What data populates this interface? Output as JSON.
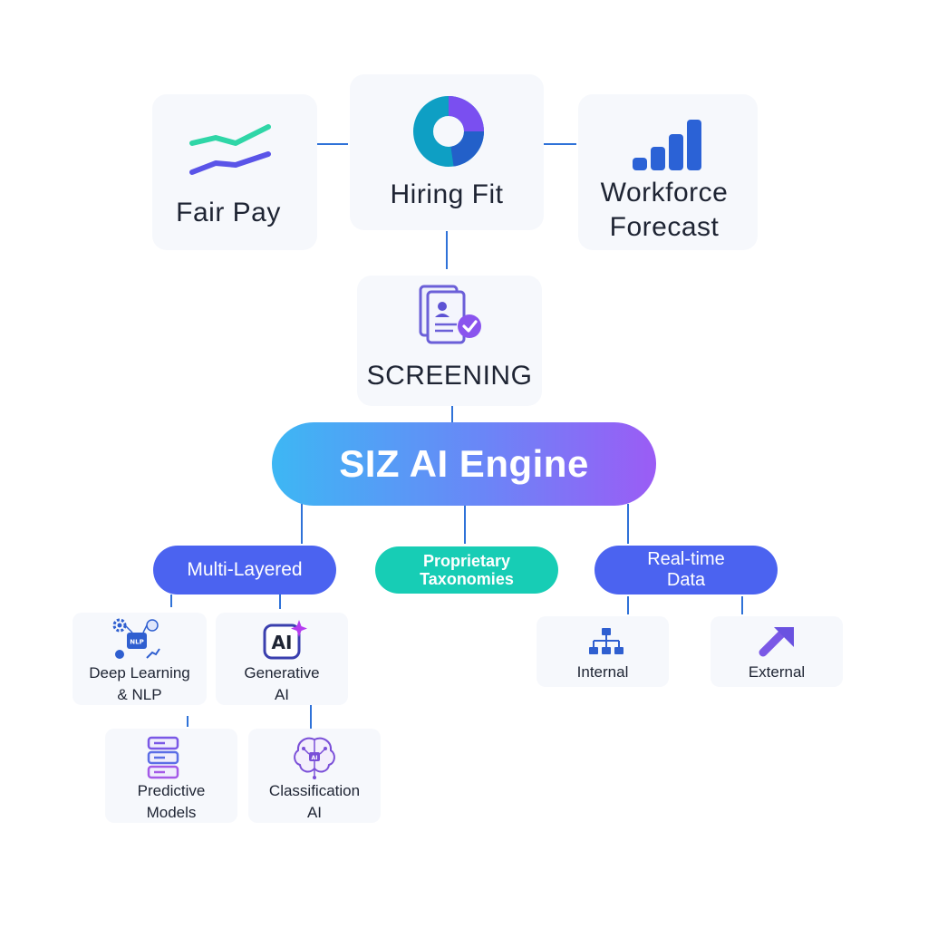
{
  "top": {
    "fair_pay": "Fair Pay",
    "hiring_fit": "Hiring Fit",
    "workforce_line1": "Workforce",
    "workforce_line2": "Forecast"
  },
  "screening": {
    "label": "SCREENING"
  },
  "engine": {
    "title": "SIZ AI Engine"
  },
  "branches": {
    "multi_layered": "Multi-Layered",
    "proprietary_line1": "Proprietary",
    "proprietary_line2": "Taxonomies",
    "realtime_line1": "Real-time",
    "realtime_line2": "Data"
  },
  "leaves": {
    "deep_learning_line1": "Deep Learning",
    "deep_learning_line2": "& NLP",
    "generative_line1": "Generative",
    "generative_line2": "AI",
    "predictive_line1": "Predictive",
    "predictive_line2": "Models",
    "classification_line1": "Classification",
    "classification_line2": "AI",
    "internal": "Internal",
    "external": "External"
  },
  "icons": {
    "fair_pay": "trend-lines-icon",
    "hiring_fit": "donut-chart-icon",
    "workforce": "bar-chart-icon",
    "screening": "resume-check-icon",
    "deep_learning": "nlp-chip-icon",
    "generative": "ai-sparkle-icon",
    "predictive": "server-stack-icon",
    "classification": "brain-circuit-icon",
    "internal": "hierarchy-icon",
    "external": "arrow-up-right-icon"
  },
  "colors": {
    "engine_gradient_start": "#3db7f4",
    "engine_gradient_end": "#9b5cf5",
    "multi_layered": "#4b63f0",
    "proprietary": "#17cdb5",
    "realtime": "#4b63f0",
    "connector": "#2f72d8"
  }
}
